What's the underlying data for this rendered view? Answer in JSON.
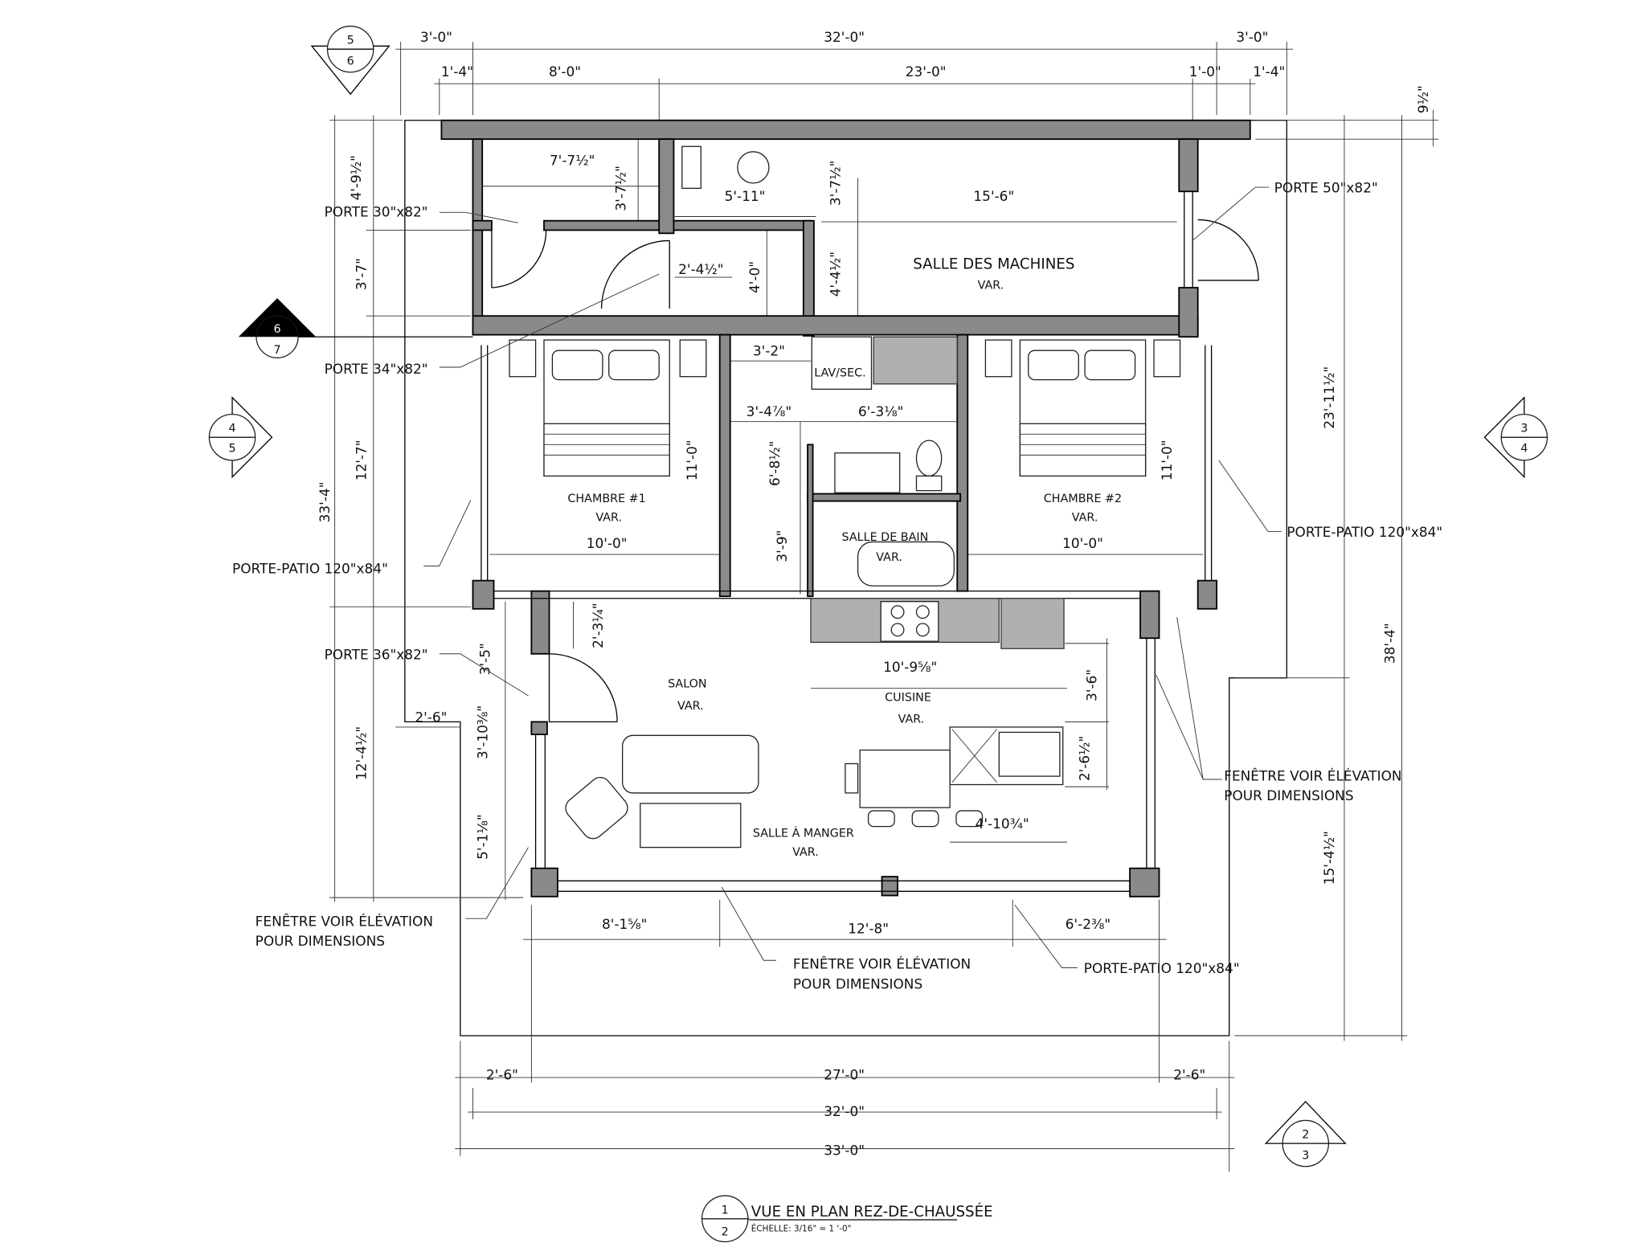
{
  "title": {
    "main": "VUE EN PLAN REZ-DE-CHAUSSÉE",
    "scale": "ÉCHELLE: 3/16\" = 1 '-0\"",
    "marker_top": "1",
    "marker_bottom": "2"
  },
  "rooms": {
    "salle_machines": "SALLE DES MACHINES",
    "chambre1": "CHAMBRE #1",
    "chambre2": "CHAMBRE #2",
    "salle_bain": "SALLE DE BAIN",
    "salon": "SALON",
    "cuisine": "CUISINE",
    "salle_manger": "SALLE À MANGER",
    "lav_sec": "LAV/SEC.",
    "var": "VAR."
  },
  "notes": {
    "porte30": "PORTE 30\"x82\"",
    "porte34": "PORTE 34\"x82\"",
    "porte36": "PORTE 36\"x82\"",
    "porte50": "PORTE 50\"x82\"",
    "patio_left": "PORTE-PATIO 120\"x84\"",
    "patio_right": "PORTE-PATIO 120\"x84\"",
    "patio_bottom": "PORTE-PATIO 120\"x84\"",
    "fenetre_line1": "FENÊTRE VOIR ÉLÉVATION",
    "fenetre_line2": "POUR DIMENSIONS"
  },
  "section_markers": [
    {
      "top": "5",
      "bottom": "6"
    },
    {
      "top": "6",
      "bottom": "7"
    },
    {
      "top": "4",
      "bottom": "5"
    },
    {
      "top": "3",
      "bottom": "4"
    },
    {
      "top": "2",
      "bottom": "3"
    }
  ],
  "dims": [
    "3'-0\"",
    "32'-0\"",
    "3'-0\"",
    "1'-4\"",
    "8'-0\"",
    "23'-0\"",
    "1'-0\"",
    "1'-4\"",
    "7'-7½\"",
    "3'-7½\"",
    "5'-11\"",
    "3'-7½\"",
    "15'-6\"",
    "2'-4½\"",
    "4'-0\"",
    "4'-4½\"",
    "3'-2\"",
    "3'-4⅞\"",
    "6'-3⅛\"",
    "6'-8½\"",
    "3'-9\"",
    "11'-0\"",
    "11'-0\"",
    "10'-0\"",
    "10'-0\"",
    "2'-3¼\"",
    "10'-9⅝\"",
    "3'-6\"",
    "2'-6½\"",
    "4'-10¾\"",
    "2'-6\"",
    "3'-10⅜\"",
    "3'-5\"",
    "5'-1⅛\"",
    "12'-4½\"",
    "33'-4\"",
    "12'-7\"",
    "3'-7\"",
    "4'-9½\"",
    "23'-11½\"",
    "38'-4\"",
    "15'-4½\"",
    "9½\"",
    "8'-1⅝\"",
    "12'-8\"",
    "6'-2⅜\"",
    "2'-6\"",
    "27'-0\"",
    "2'-6\"",
    "32'-0\"",
    "33'-0\""
  ]
}
